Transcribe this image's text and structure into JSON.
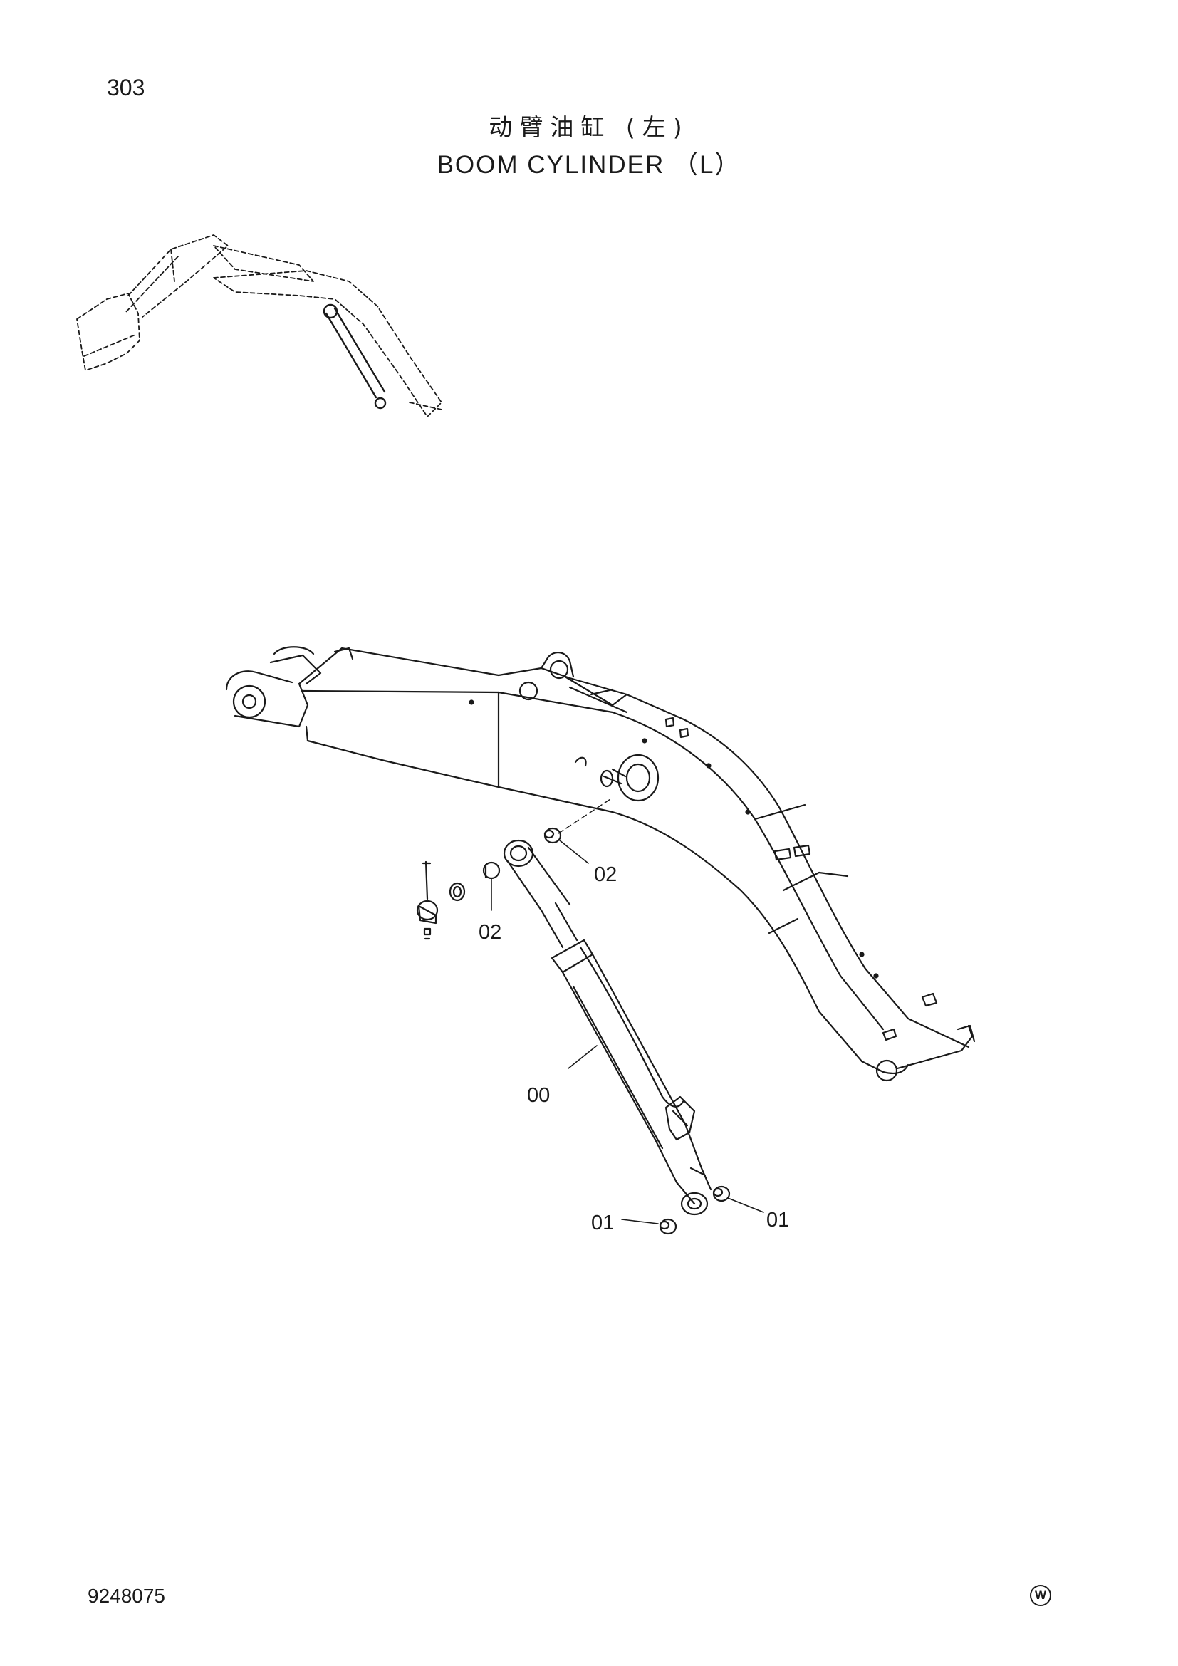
{
  "header": {
    "page_number": "303",
    "title_cn": "动臂油缸 (左)",
    "title_en": "BOOM CYLINDER （L）"
  },
  "callouts": [
    {
      "id": "c-02-upper",
      "label": "02"
    },
    {
      "id": "c-02-lower",
      "label": "02"
    },
    {
      "id": "c-00",
      "label": "00"
    },
    {
      "id": "c-01-left",
      "label": "01"
    },
    {
      "id": "c-01-right",
      "label": "01"
    }
  ],
  "footer": {
    "doc_number": "9248075",
    "mark": "W"
  }
}
